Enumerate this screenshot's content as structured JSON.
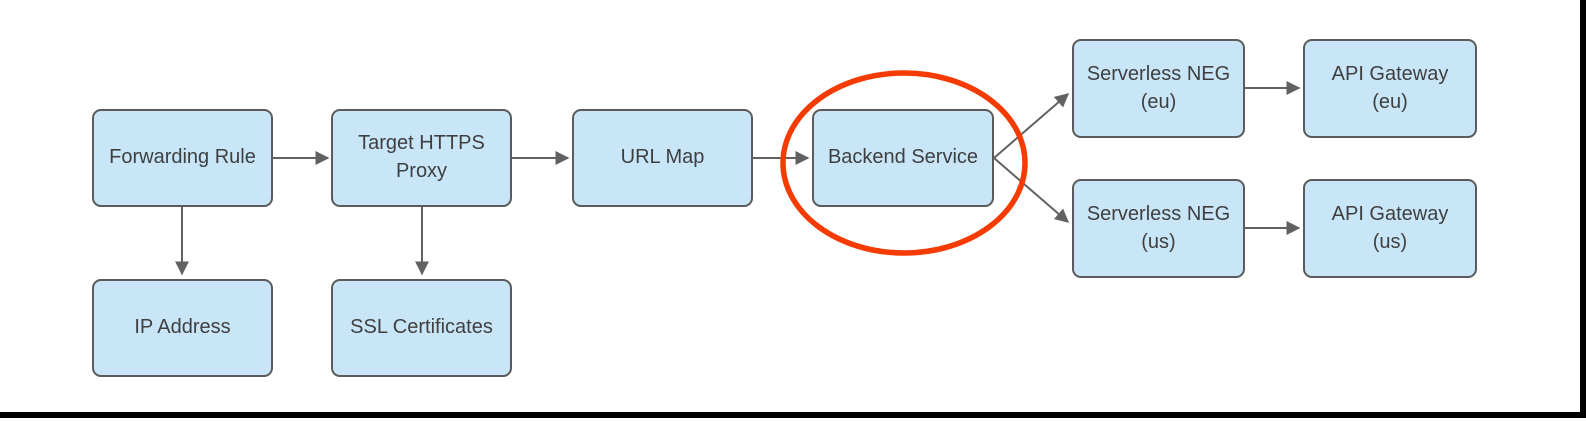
{
  "nodes": {
    "forwarding_rule": {
      "label": "Forwarding Rule"
    },
    "target_https_proxy": {
      "line1": "Target HTTPS",
      "line2": "Proxy"
    },
    "url_map": {
      "label": "URL Map"
    },
    "backend_service": {
      "label": "Backend Service"
    },
    "serverless_neg_eu": {
      "line1": "Serverless NEG",
      "line2": "(eu)"
    },
    "api_gateway_eu": {
      "line1": "API Gateway",
      "line2": "(eu)"
    },
    "serverless_neg_us": {
      "line1": "Serverless NEG",
      "line2": "(us)"
    },
    "api_gateway_us": {
      "line1": "API Gateway",
      "line2": "(us)"
    },
    "ip_address": {
      "label": "IP Address"
    },
    "ssl_certificates": {
      "label": "SSL Certificates"
    }
  },
  "edges": [
    {
      "from": "Forwarding Rule",
      "to": "Target HTTPS Proxy"
    },
    {
      "from": "Target HTTPS Proxy",
      "to": "URL Map"
    },
    {
      "from": "URL Map",
      "to": "Backend Service"
    },
    {
      "from": "Backend Service",
      "to": "Serverless NEG (eu)"
    },
    {
      "from": "Backend Service",
      "to": "Serverless NEG (us)"
    },
    {
      "from": "Serverless NEG (eu)",
      "to": "API Gateway (eu)"
    },
    {
      "from": "Serverless NEG (us)",
      "to": "API Gateway (us)"
    },
    {
      "from": "Forwarding Rule",
      "to": "IP Address"
    },
    {
      "from": "Target HTTPS Proxy",
      "to": "SSL Certificates"
    }
  ],
  "highlight": {
    "shape": "ellipse",
    "around": "Backend Service",
    "color": "#F63B00"
  },
  "colors": {
    "node_fill": "#C8E6F8",
    "node_border": "#5B5B5B",
    "node_text": "#3F3F3F",
    "arrow": "#616161",
    "highlight_ellipse": "#F63B00",
    "frame": "#000000",
    "background": "#FFFFFF"
  }
}
